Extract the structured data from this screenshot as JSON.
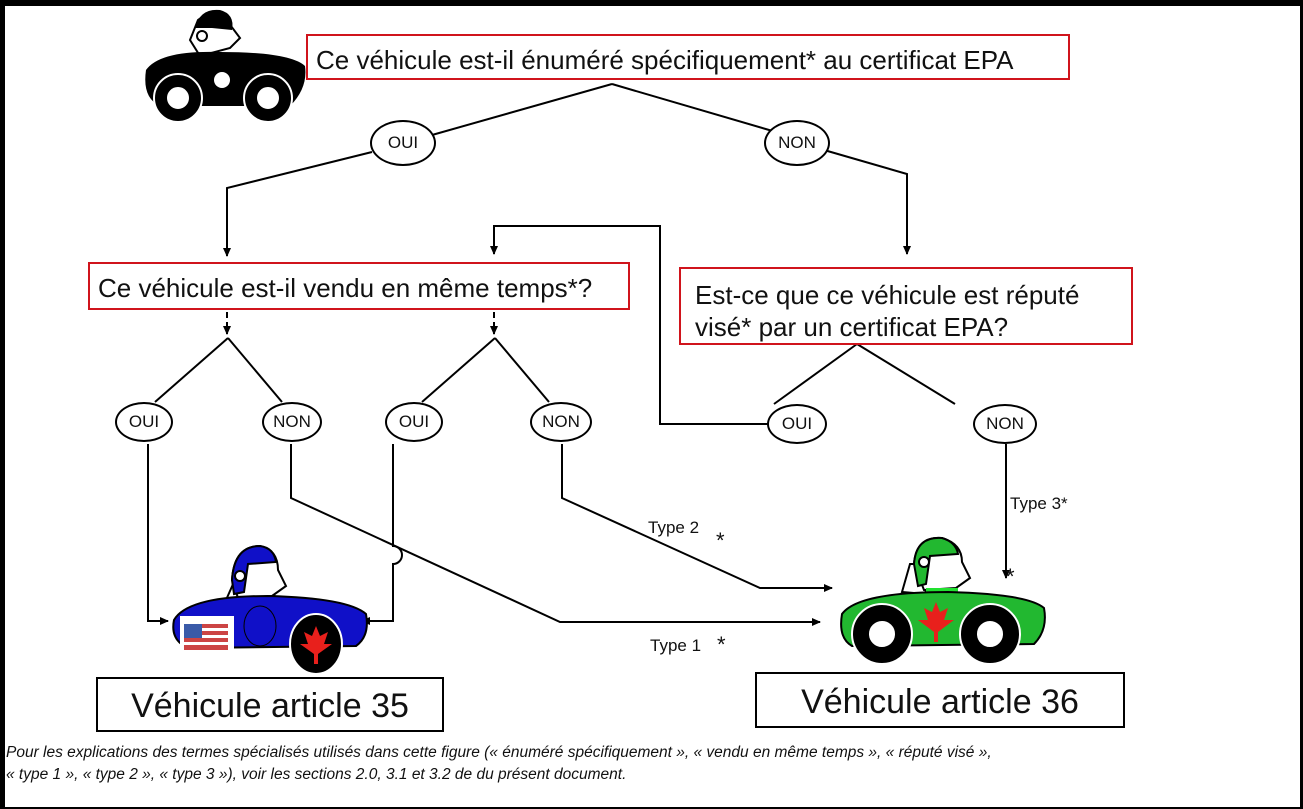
{
  "questions": {
    "q1": "Ce véhicule est-il énuméré spécifiquement* au certificat EPA",
    "q2": "Ce véhicule est-il vendu en même temps*?",
    "q3_line1": "Est-ce que ce véhicule est réputé",
    "q3_line2": "visé* par un certificat EPA?"
  },
  "answers": {
    "q1_yes": "OUI",
    "q1_no": "NON",
    "q2a_yes": "OUI",
    "q2a_no": "NON",
    "q2b_yes": "OUI",
    "q2b_no": "NON",
    "q3_yes": "OUI",
    "q3_no": "NON"
  },
  "edge_labels": {
    "type1": "Type 1",
    "type2": "Type 2",
    "type3": "Type 3*",
    "star": "*"
  },
  "results": {
    "article35": "Véhicule article 35",
    "article36": "Véhicule article 36"
  },
  "footnote": {
    "line1": "Pour les explications des termes spécialisés utilisés dans cette figure (« énuméré spécifiquement », « vendu en même temps », « réputé visé »,",
    "line2": "« type 1 », « type 2 », « type 3 »), voir les sections 2.0, 3.1 et 3.2 de du présent document."
  },
  "colors": {
    "question_border": "#d0141c",
    "car_start": "#000000",
    "car_35": "#1010c8",
    "car_36": "#22b830",
    "maple": "#e8201c"
  }
}
